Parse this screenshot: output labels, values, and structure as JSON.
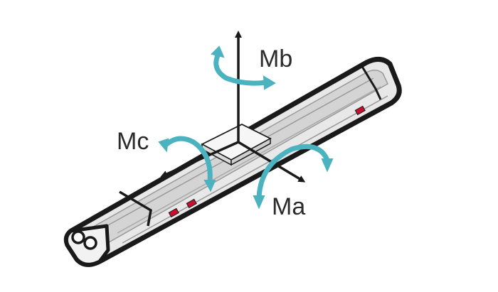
{
  "diagram": {
    "labels": {
      "mb": "Mb",
      "mc": "Mc",
      "ma": "Ma"
    },
    "colors": {
      "outline": "#1a1a1a",
      "rail_light": "#e6e6e6",
      "rail_shade": "#bdbdbd",
      "carriage": "#f4f4f4",
      "moment_arrow": "#4bb3c0",
      "label_text": "#2b2b2b",
      "port": "#c8102e"
    }
  }
}
